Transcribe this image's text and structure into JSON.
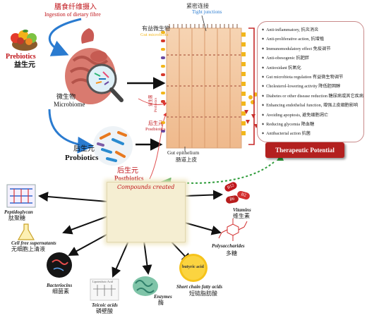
{
  "top_label": {
    "zh": "膳食纤维摄入",
    "en": "Ingestion of dietary fibre"
  },
  "prebiotics": {
    "en": "Prebiotics",
    "zh": "益生元"
  },
  "microbiome": {
    "zh": "微生物",
    "en": "Microbiome"
  },
  "probiotics": {
    "zh": "后生元",
    "en": "Probiotics"
  },
  "postbiotics": {
    "zh": "后生元",
    "en": "Postbiotics"
  },
  "gut": {
    "beneficial_zh": "有益微生物",
    "beneficial_en": "Gut microbiota",
    "tight_zh": "紧密连接",
    "tight_en": "Tight junctions",
    "epithelium_en": "Gut epithelium",
    "epithelium_zh": "肠道上皮",
    "probiotics_zh": "益生菌",
    "probiotics_en": "Probiotics",
    "postbiotics_zh": "后生元",
    "postbiotics_en": "Postbiotics"
  },
  "card_title": "Compounds created",
  "effects": [
    "Anti-inflammatory, 抗炎消炎",
    "Anti-proliferative action, 抗增殖",
    "Immunomodulatory effect 免疫调节",
    "Anti-obesogenic 抗肥胖",
    "Antioxidant 抗氧化",
    "Gut microbiota regulation 有益微生物调节",
    "Cholesterol-lowering activity 降低胆固醇",
    "Diabetes or other disease reduction 糖尿病或其它疾病预防",
    "Enhancing endothelial function, 增强上皮细胞影响",
    "Avoiding apoptosis, 避免细胞凋亡",
    "Reducing glycemia 降血糖",
    "Antibacterial action 抗菌"
  ],
  "therapeutic": "Therapeutic Potential",
  "products": {
    "peptidoglycan": {
      "en": "Peptidoglycan",
      "zh": "肽聚糖"
    },
    "cellfree": {
      "en": "Cell free supernatants",
      "zh": "无细胞上清液"
    },
    "bacteriocins": {
      "en": "Bacteriocins",
      "zh": "细菌素"
    },
    "teichoic": {
      "en": "Teicoic acids",
      "zh": "磷壁酸",
      "chip": "Lipoteichoic Acid"
    },
    "enzymes": {
      "en": "Enzymes",
      "zh": "酶"
    },
    "scfa": {
      "en": "Short chain fatty acids",
      "zh": "短链脂肪酸",
      "badge": "butyric acid"
    },
    "vitamins": {
      "en": "Vitamins",
      "zh": "维生素",
      "pills": [
        "B12",
        "B2",
        "B6"
      ]
    },
    "polysaccharides": {
      "en": "Polysaccharides",
      "zh": "多糖"
    }
  },
  "colors": {
    "accent_red": "#c0161b",
    "arrow_blue": "#2a7bd0",
    "villus": "#f3c9a2",
    "green_dash": "#2e9c3a"
  }
}
